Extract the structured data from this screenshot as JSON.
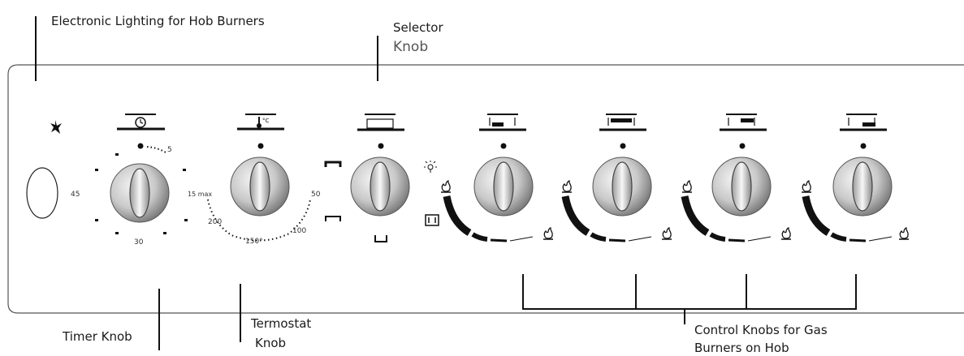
{
  "labels": {
    "electronic_lighting": "Electronic Lighting for Hob Burners",
    "selector_line1": "Selector",
    "selector_line2": "Knob",
    "timer": "Timer Knob",
    "termostat_line1": "Termostat",
    "termostat_line2": "Knob",
    "gas_line1": "Control Knobs for Gas",
    "gas_line2": "Burners on Hob"
  },
  "timer_scale": {
    "five": "5",
    "fortyfive": "45",
    "thirty": "30"
  },
  "thermostat_scale": {
    "fifteen_max": "15 max",
    "fifty": "50",
    "twohundred": "200",
    "onefifty": "150°",
    "hundred": "100"
  },
  "colors": {
    "panel_border": "#555555",
    "knob_light": "#f2f2f2",
    "knob_dark": "#6e6e6e",
    "ink": "#111111"
  },
  "icons": [
    "ignition-spark-icon",
    "clock-icon",
    "thermometer-icon",
    "oven-mode-icon",
    "burner-position-icon",
    "flame-icon",
    "lamp-icon"
  ]
}
